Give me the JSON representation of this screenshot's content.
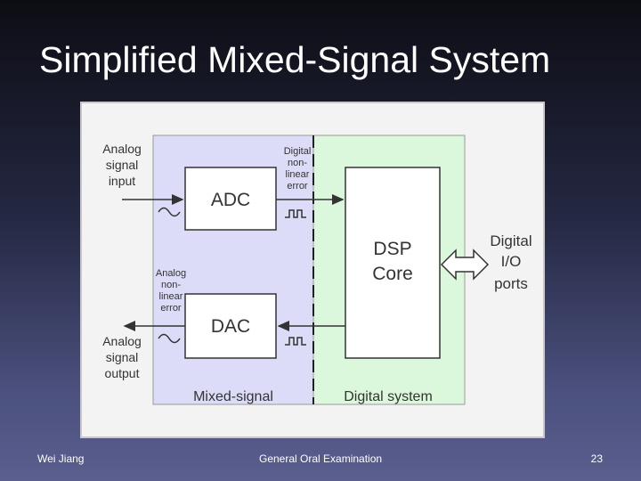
{
  "slide": {
    "title": "Simplified Mixed-Signal System"
  },
  "diagram": {
    "adc_label": "ADC",
    "dac_label": "DAC",
    "dsp_label_line1": "DSP",
    "dsp_label_line2": "Core",
    "analog_input": [
      "Analog",
      "signal",
      "input"
    ],
    "analog_output": [
      "Analog",
      "signal",
      "output"
    ],
    "digital_nonlinear_error": [
      "Digital",
      "non-",
      "linear",
      "error"
    ],
    "analog_nonlinear_error": [
      "Analog",
      "non-",
      "linear",
      "error"
    ],
    "digital_io_ports": [
      "Digital",
      "I/O",
      "ports"
    ],
    "mixed_signal_region_label": "Mixed-signal",
    "digital_system_region_label": "Digital system",
    "colors": {
      "mixed_signal_region": "#dcdcf8",
      "digital_system_region": "#dcf8dc",
      "box_fill": "#ffffff",
      "stroke": "#333333"
    }
  },
  "footer": {
    "author": "Wei Jiang",
    "event": "General Oral Examination",
    "page_number": "23"
  }
}
